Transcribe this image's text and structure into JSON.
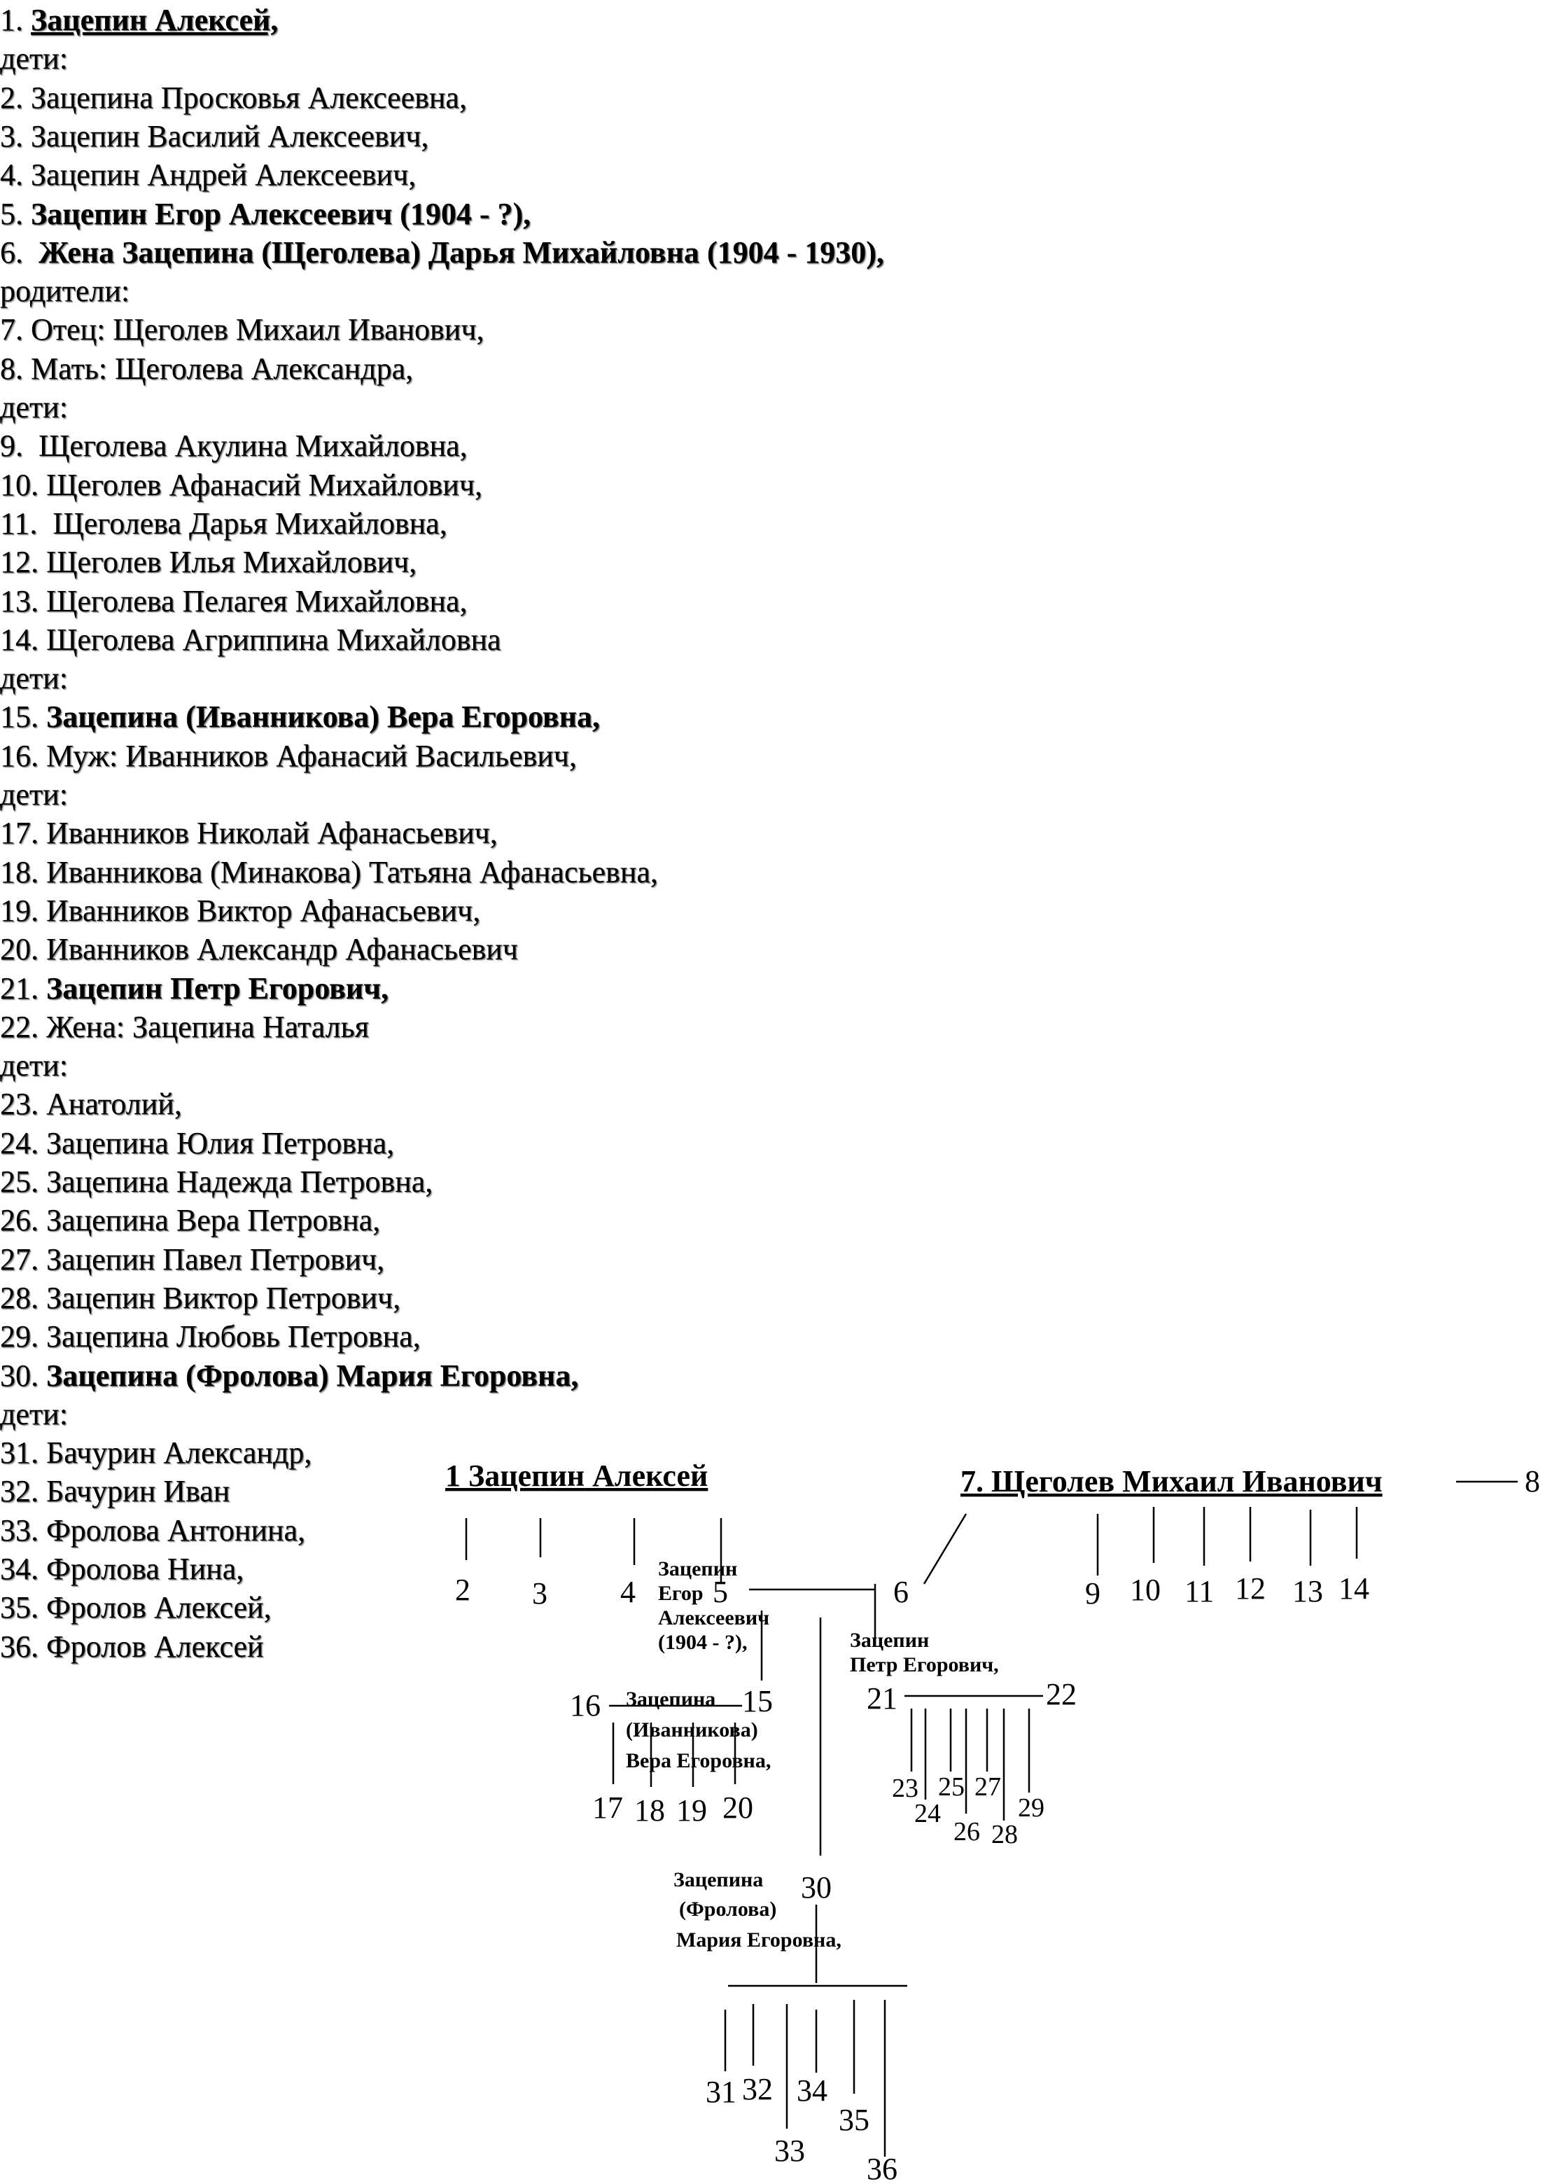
{
  "list": {
    "items": [
      {
        "num": "1.",
        "text": "Зацепин Алексей,",
        "bold": true,
        "underline": true
      },
      {
        "num": "",
        "text": "дети:"
      },
      {
        "num": "2.",
        "text": "Зацепина Просковья Алексеевна,"
      },
      {
        "num": "3.",
        "text": "Зацепин Василий Алексеевич,"
      },
      {
        "num": "4.",
        "text": "Зацепин Андрей Алексеевич,"
      },
      {
        "num": "5.",
        "text": "Зацепин Егор Алексеевич (1904 - ?),",
        "bold": true
      },
      {
        "num": "6.",
        "text": " Жена Зацепина (Щеголева) Дарья Михайловна (1904 - 1930),",
        "bold": true
      },
      {
        "num": "",
        "text": "родители:"
      },
      {
        "num": "7.",
        "text": "Отец: Щеголев Михаил Иванович,"
      },
      {
        "num": "8.",
        "text": "Мать: Щеголева Александра,"
      },
      {
        "num": "",
        "text": "дети:"
      },
      {
        "num": "9.",
        "text": " Щеголева Акулина Михайловна,"
      },
      {
        "num": "10.",
        "text": "Щеголев Афанасий Михайлович,"
      },
      {
        "num": "11.",
        "text": " Щеголева Дарья Михайловна,"
      },
      {
        "num": "12.",
        "text": "Щеголев Илья Михайлович,"
      },
      {
        "num": "13.",
        "text": "Щеголева Пелагея Михайловна,"
      },
      {
        "num": "14.",
        "text": "Щеголева Агриппина Михайловна"
      },
      {
        "num": "",
        "text": "дети:"
      },
      {
        "num": "15.",
        "text": "Зацепина (Иванникова) Вера Егоровна,",
        "bold": true
      },
      {
        "num": "16.",
        "text": "Муж: Иванников Афанасий Васильевич,"
      },
      {
        "num": "",
        "text": "дети:"
      },
      {
        "num": "17.",
        "text": "Иванников Николай Афанасьевич,"
      },
      {
        "num": "18.",
        "text": "Иванникова (Минакова) Татьяна Афанасьевна,"
      },
      {
        "num": "19.",
        "text": "Иванников Виктор Афанасьевич,"
      },
      {
        "num": "20.",
        "text": "Иванников Александр Афанасьевич"
      },
      {
        "num": "21.",
        "text": "Зацепин Петр Егорович,",
        "bold": true
      },
      {
        "num": "22.",
        "text": "Жена: Зацепина Наталья"
      },
      {
        "num": "",
        "text": "дети:"
      },
      {
        "num": "23.",
        "text": "Анатолий,"
      },
      {
        "num": "24.",
        "text": "Зацепина Юлия Петровна,"
      },
      {
        "num": "25.",
        "text": "Зацепина Надежда Петровна,"
      },
      {
        "num": "26.",
        "text": "Зацепина Вера Петровна,"
      },
      {
        "num": "27.",
        "text": "Зацепин Павел Петрович,"
      },
      {
        "num": "28.",
        "text": "Зацепин Виктор Петрович,"
      },
      {
        "num": "29.",
        "text": "Зацепина Любовь Петровна,"
      },
      {
        "num": "30.",
        "text": "Зацепина (Фролова) Мария Егоровна,",
        "bold": true
      },
      {
        "num": "",
        "text": "дети:"
      },
      {
        "num": "31.",
        "text": "Бачурин Александр,"
      },
      {
        "num": "32.",
        "text": "Бачурин Иван"
      },
      {
        "num": "33.",
        "text": "Фролова Антонина,"
      },
      {
        "num": "34.",
        "text": "Фролова Нина,"
      },
      {
        "num": "35.",
        "text": "Фролов Алексей,"
      },
      {
        "num": "36.",
        "text": "Фролов Алексей"
      }
    ]
  },
  "tree": {
    "root_title": "1 Зацепин Алексей",
    "shegolev_title": "7. Щеголев Михаил Иванович",
    "n8": "8",
    "n2": "2",
    "n3": "3",
    "n4": "4",
    "n5": "5",
    "n6": "6",
    "n9": "9",
    "n10": "10",
    "n11": "11",
    "n12": "12",
    "n13": "13",
    "n14": "14",
    "egor_label": [
      "Зацепин",
      "Егор",
      "Алексеевич",
      "(1904 - ?),"
    ],
    "petr_label": [
      "Зацепин",
      "Петр Егорович,"
    ],
    "n21": "21",
    "n22": "22",
    "n16": "16",
    "n15": "15",
    "vera_label": [
      "Зацепина",
      "(Иванникова)",
      "Вера Егоровна,"
    ],
    "n17": "17",
    "n18": "18",
    "n19": "19",
    "n20": "20",
    "n23": "23",
    "n24": "24",
    "n25": "25",
    "n26": "26",
    "n27": "27",
    "n28": "28",
    "n29": "29",
    "maria_label": [
      "Зацепина",
      "(Фролова)",
      "Мария Егоровна,"
    ],
    "n30": "30",
    "n31": "31",
    "n32": "32",
    "n33": "33",
    "n34": "34",
    "n35": "35",
    "n36": "36"
  }
}
